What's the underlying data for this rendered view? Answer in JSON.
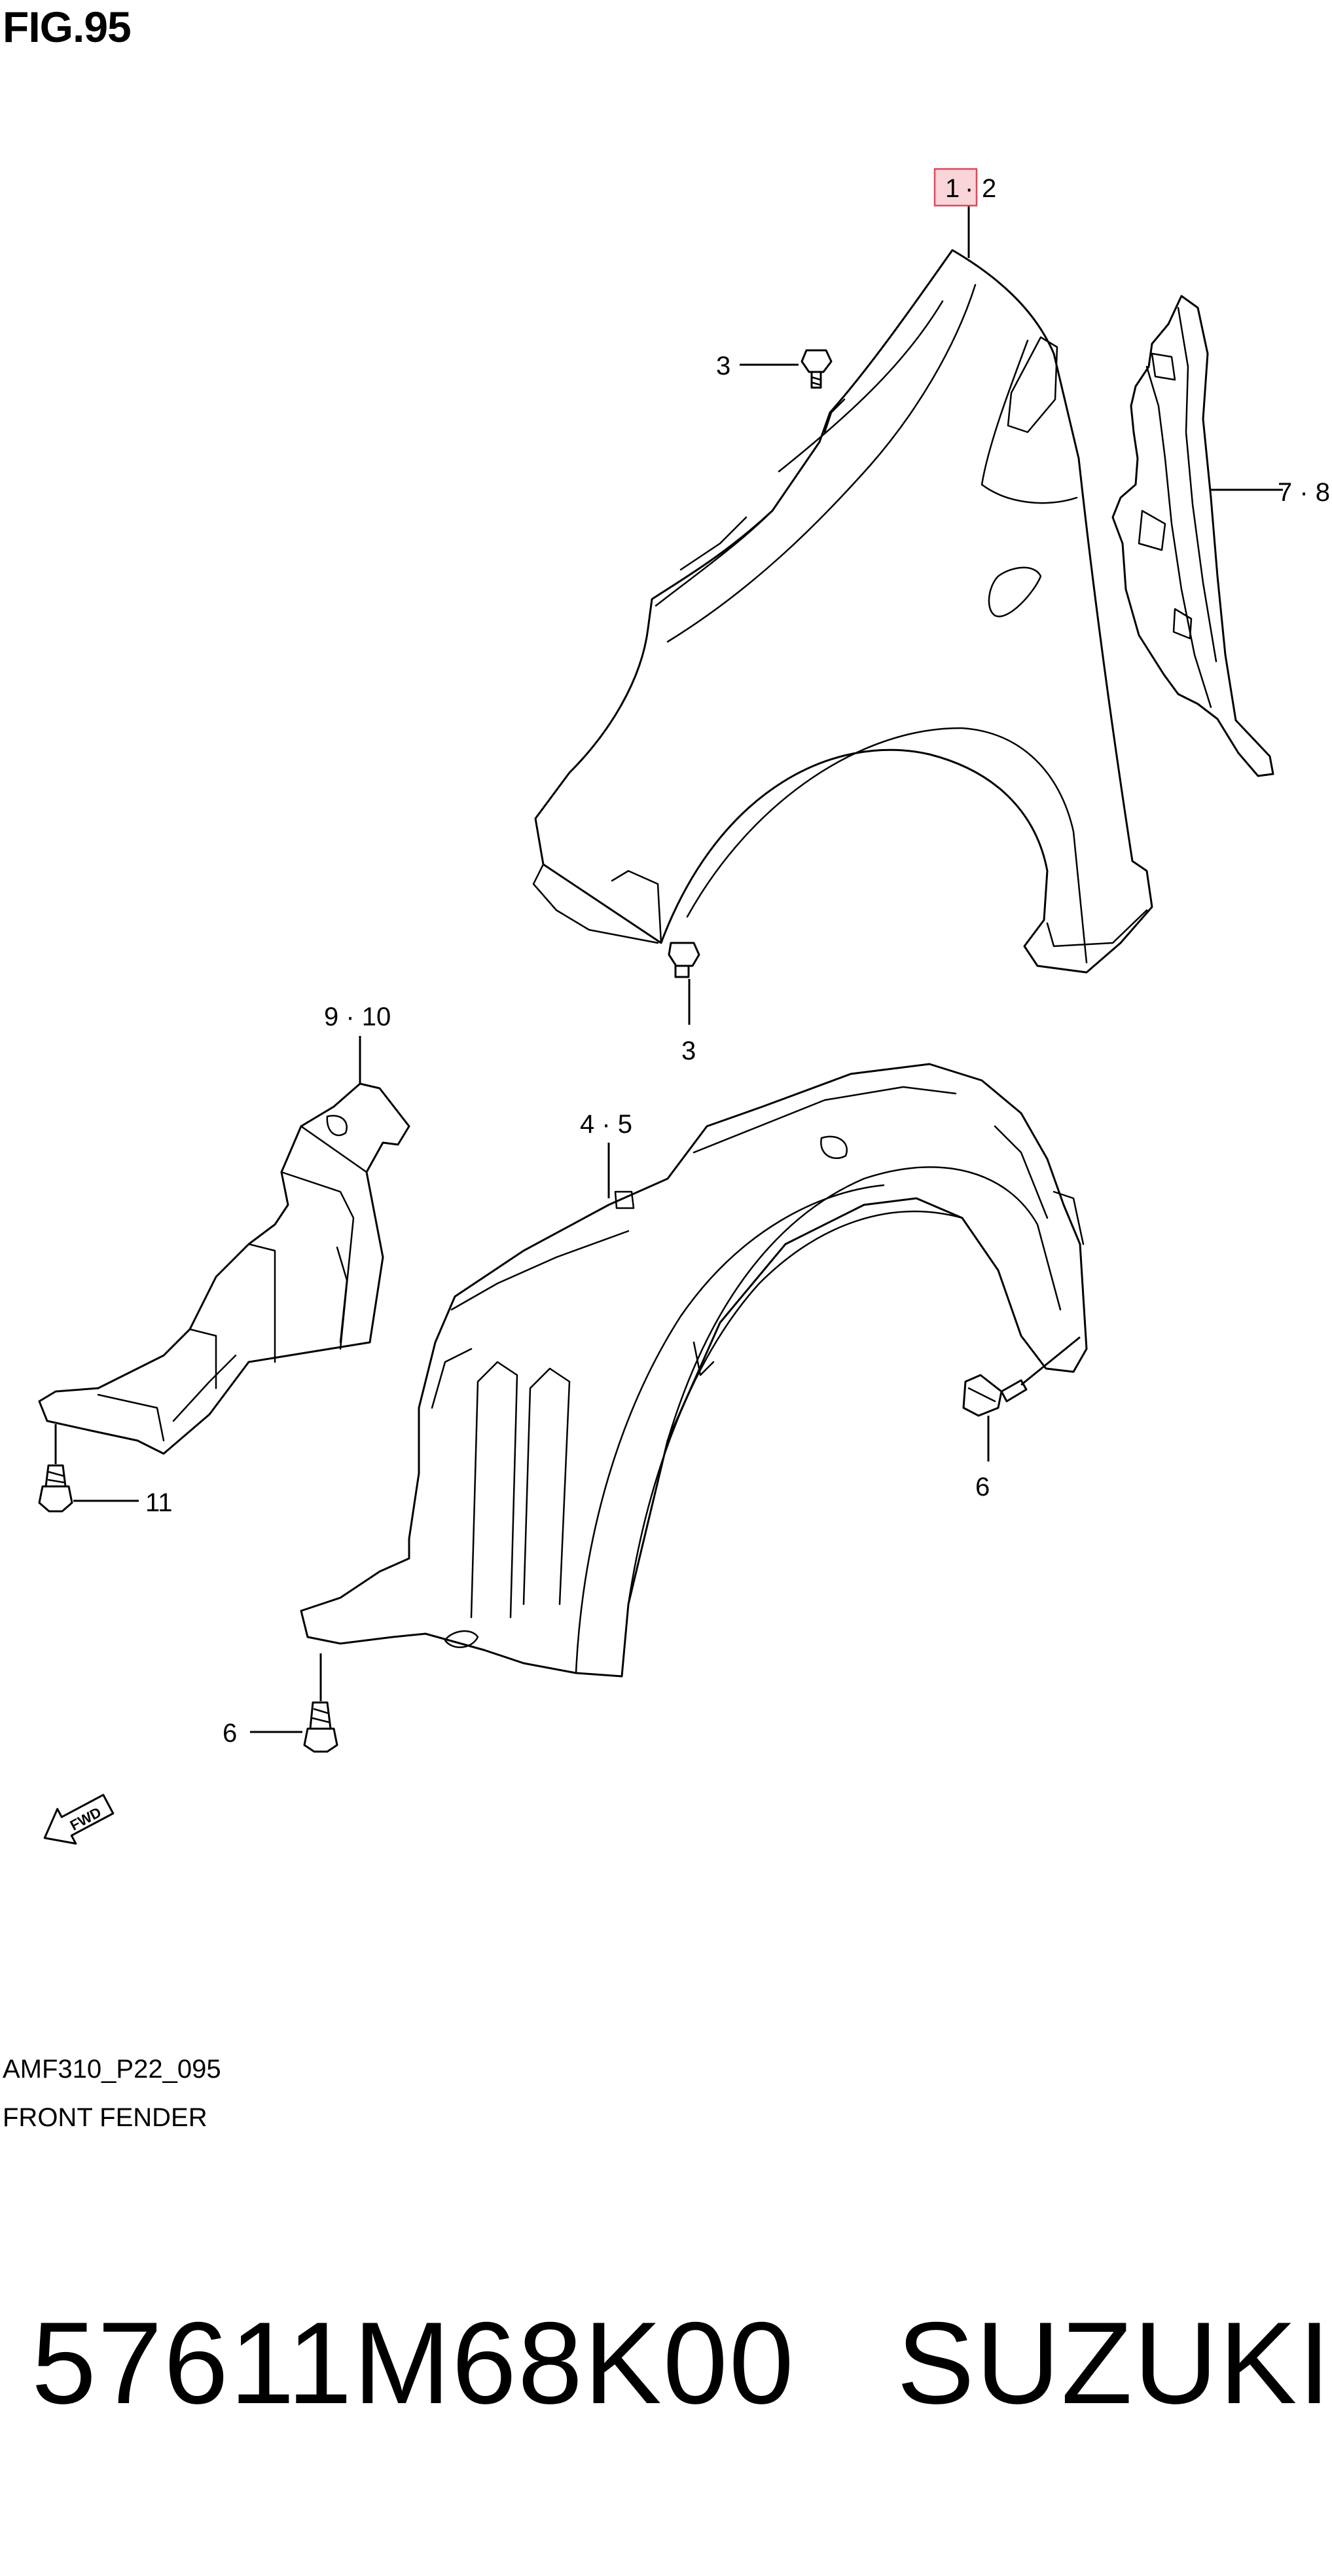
{
  "figure": {
    "title": "FIG.95",
    "drawing_code": "AMF310_P22_095",
    "drawing_name": "FRONT FENDER"
  },
  "callouts": {
    "fender": {
      "first": "1",
      "separator": "·",
      "second": "2",
      "highlighted": true
    },
    "bolt_top": "3",
    "bolt_bottom": "3",
    "bracket": "7 · 8",
    "cover": "9 · 10",
    "liner": "4 · 5",
    "clip_right": "6",
    "clip_left": "6",
    "bolt_cover": "11"
  },
  "direction_arrow": "FWD",
  "product": {
    "part_number": "57611M68K00",
    "brand": "SUZUKI"
  },
  "colors": {
    "highlight_fill": "#f9d4d9",
    "highlight_border": "#d94a5c",
    "line": "#000000"
  }
}
